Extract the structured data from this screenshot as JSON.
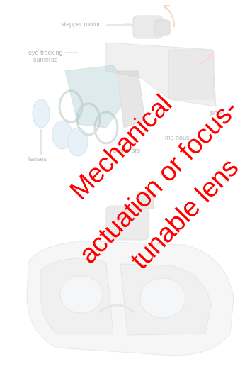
{
  "labels": {
    "stepper_motor": "stepper motor",
    "eye_tracking_line1": "eye tracking",
    "eye_tracking_line2": "cameras",
    "lenses": "lenses",
    "mirrors": "ot mirrors",
    "housing": "md hous",
    "phone": "phon"
  },
  "overlay": {
    "line1": "Mechanical",
    "line2": "actuation or focus-",
    "line3": "tunable lens",
    "color": "#ff0000"
  }
}
